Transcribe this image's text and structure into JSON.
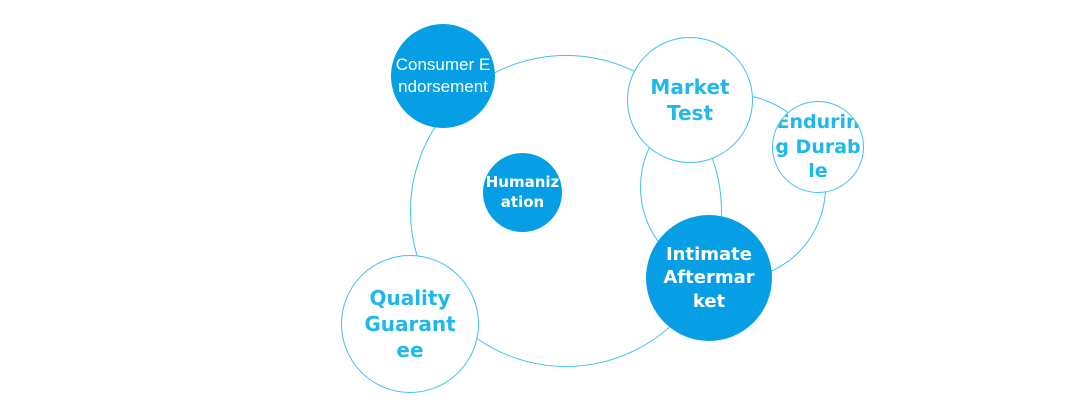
{
  "colors": {
    "filled": "#069fe6",
    "outline": "#3cc3ec",
    "outline_text": "#20b7ea",
    "filled_text": "#ffffff"
  },
  "nodes": {
    "consumer_endorsement": "Consumer Endorsement",
    "market_test": "Market Test",
    "enduring_durable": "Enduring Durable",
    "humanization": "Humanization",
    "intimate_aftermarket": "Intimate Aftermarket",
    "quality_guarantee": "Quality Guarantee"
  }
}
